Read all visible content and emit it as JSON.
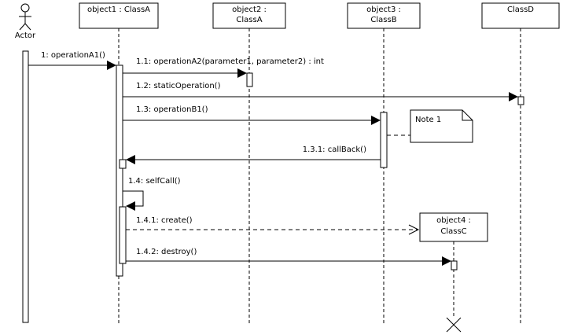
{
  "actor": {
    "label": "Actor"
  },
  "lifelines": [
    {
      "id": "object1",
      "line1": "object1 : ClassA",
      "line2": ""
    },
    {
      "id": "object2",
      "line1": "object2 :",
      "line2": "ClassA"
    },
    {
      "id": "object3",
      "line1": "object3 :",
      "line2": "ClassB"
    },
    {
      "id": "classD",
      "line1": "ClassD",
      "line2": ""
    },
    {
      "id": "object4",
      "line1": "object4 :",
      "line2": "ClassC"
    }
  ],
  "messages": [
    {
      "label": "1: operationA1()"
    },
    {
      "label": "1.1: operationA2(parameter1, parameter2) : int"
    },
    {
      "label": "1.2: staticOperation()"
    },
    {
      "label": "1.3: operationB1()"
    },
    {
      "label": "1.3.1: callBack()"
    },
    {
      "label": "1.4: selfCall()"
    },
    {
      "label": "1.4.1: create()"
    },
    {
      "label": "1.4.2: destroy()"
    }
  ],
  "note": {
    "text": "Note 1"
  }
}
